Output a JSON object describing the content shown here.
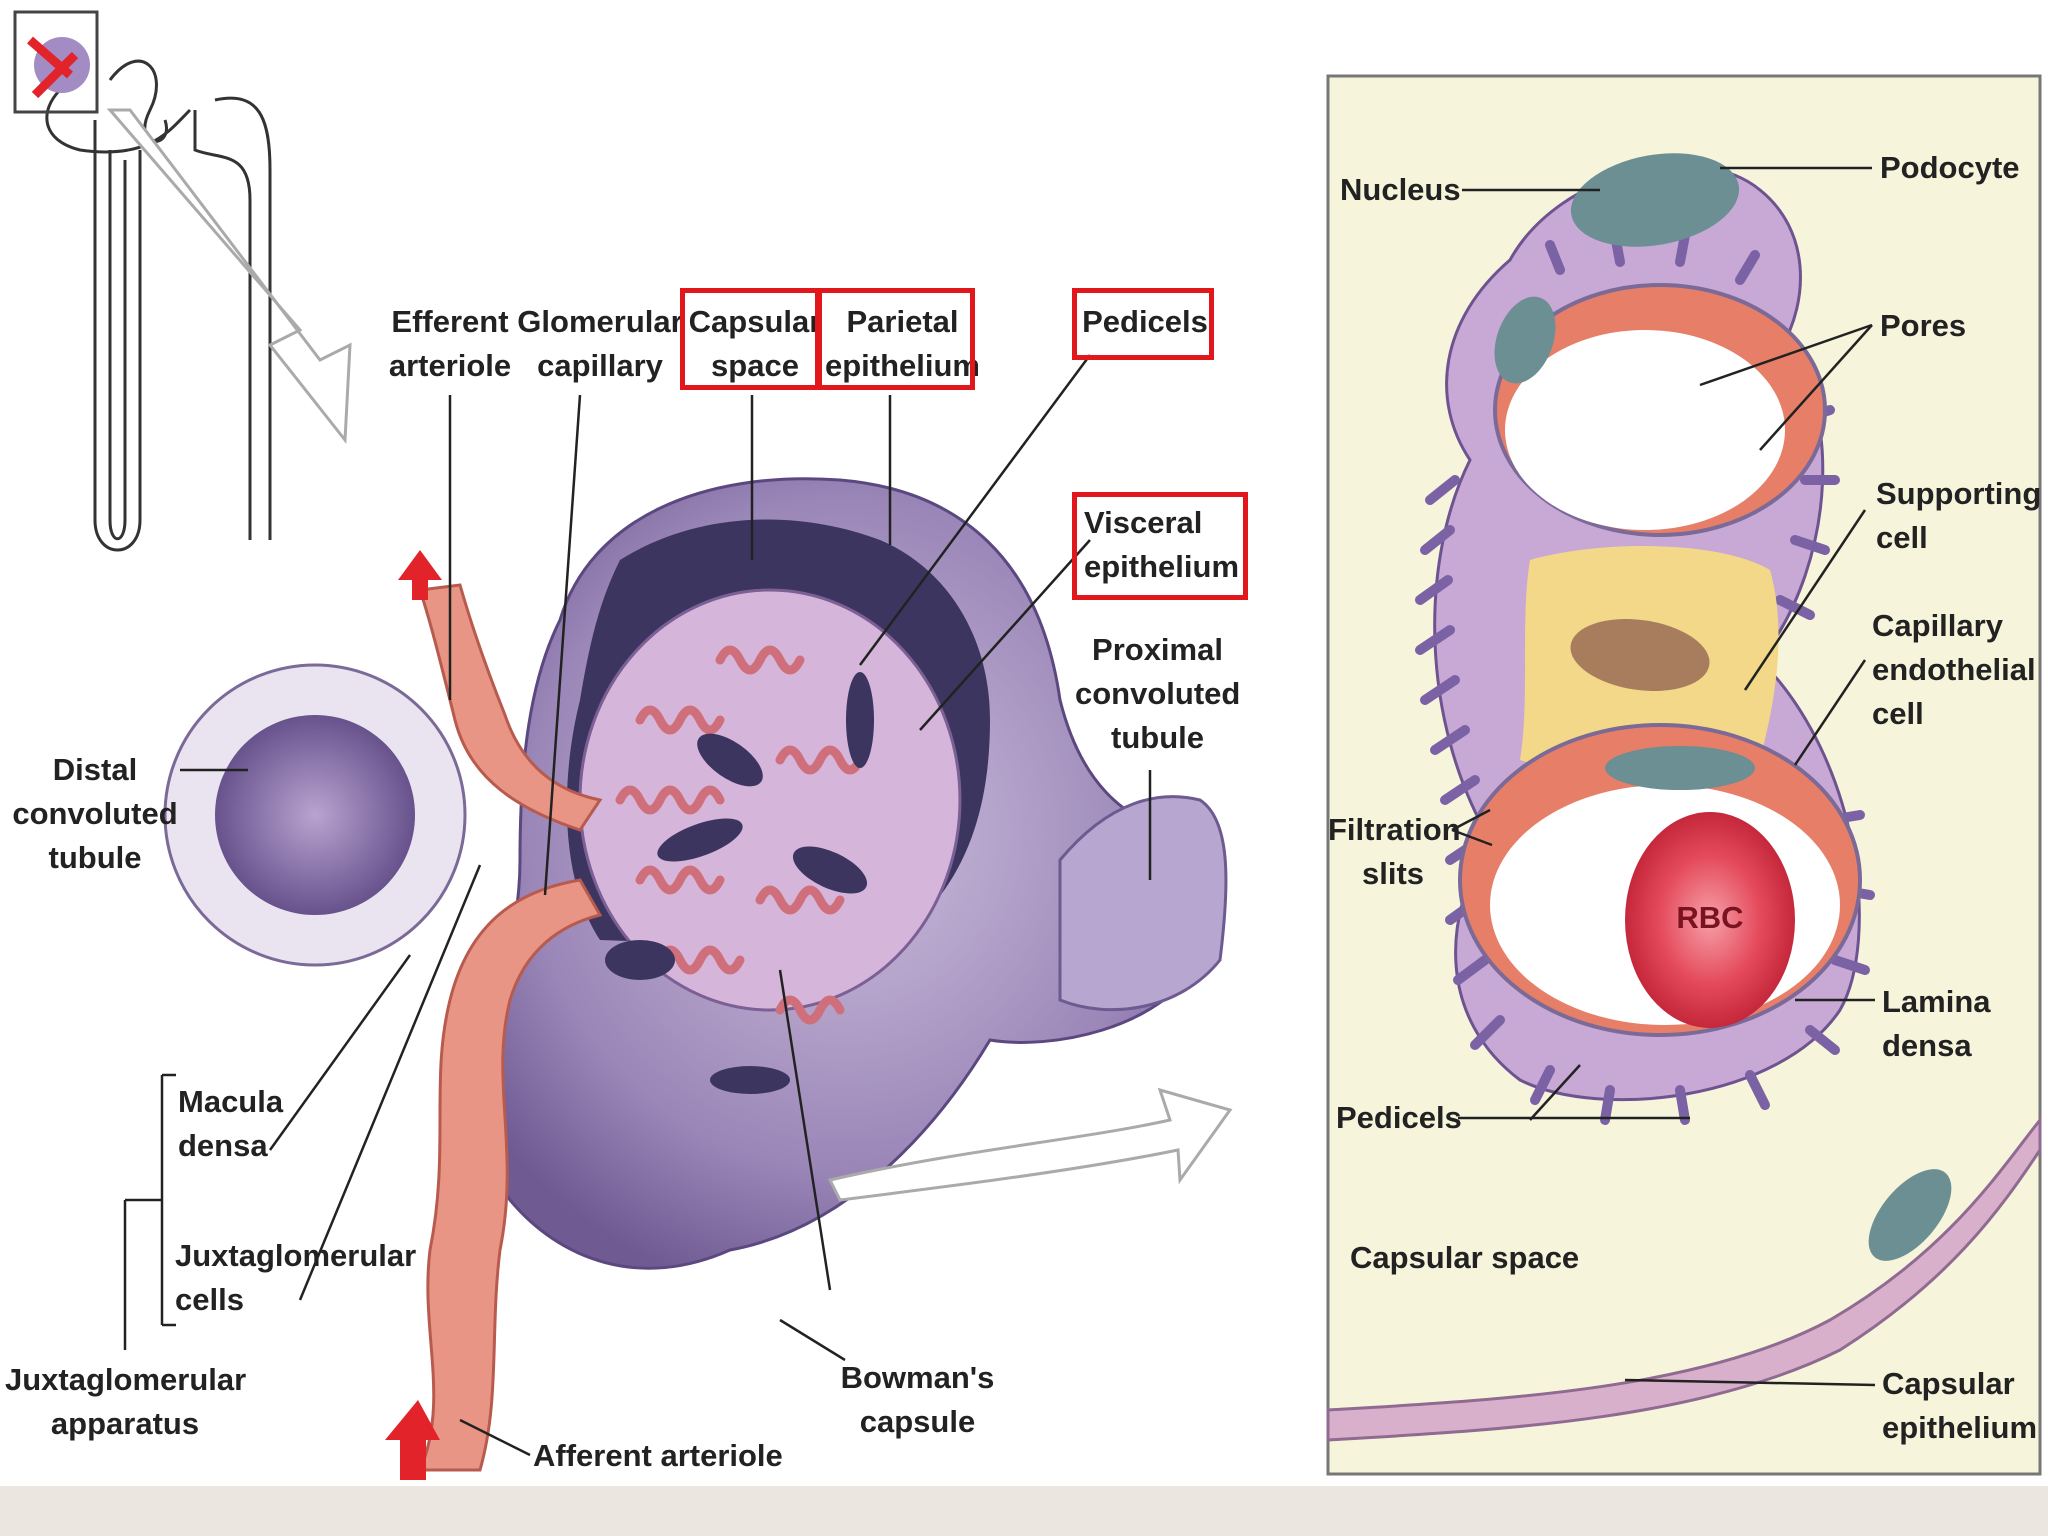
{
  "colors": {
    "highlight": "#e2171b",
    "right_panel_bg": "#f7f4dc",
    "arteriole": "#e89585",
    "capsule": "#8c7aa8",
    "podocyte": "#d9b0cc",
    "rbc": "#e4495b",
    "supporting_cell": "#f2d888"
  },
  "left": {
    "efferent_arteriole": "Efferent\narteriole",
    "glomerular_capillary": "Glomerular\ncapillary",
    "capsular_space": "Capsular\nspace",
    "parietal_epithelium": "Parietal\nepithelium",
    "pedicels": "Pedicels",
    "visceral_epithelium": "Visceral\nepithelium",
    "proximal_convoluted_tubule": "Proximal\nconvoluted\ntubule",
    "distal_convoluted_tubule": "Distal\nconvoluted\ntubule",
    "macula_densa": "Macula\ndensa",
    "juxtaglomerular_cells": "Juxtaglomerular\ncells",
    "juxtaglomerular_apparatus": "Juxtaglomerular\napparatus",
    "afferent_arteriole": "Afferent arteriole",
    "bowmans_capsule": "Bowman's\ncapsule"
  },
  "right": {
    "nucleus": "Nucleus",
    "podocyte": "Podocyte",
    "pores": "Pores",
    "supporting_cell": "Supporting\ncell",
    "capillary_endothelial_cell": "Capillary\nendothelial\ncell",
    "filtration_slits": "Filtration\nslits",
    "rbc": "RBC",
    "lamina_densa": "Lamina\ndensa",
    "pedicels": "Pedicels",
    "capsular_space": "Capsular space",
    "capsular_epithelium": "Capsular\nepithelium"
  }
}
